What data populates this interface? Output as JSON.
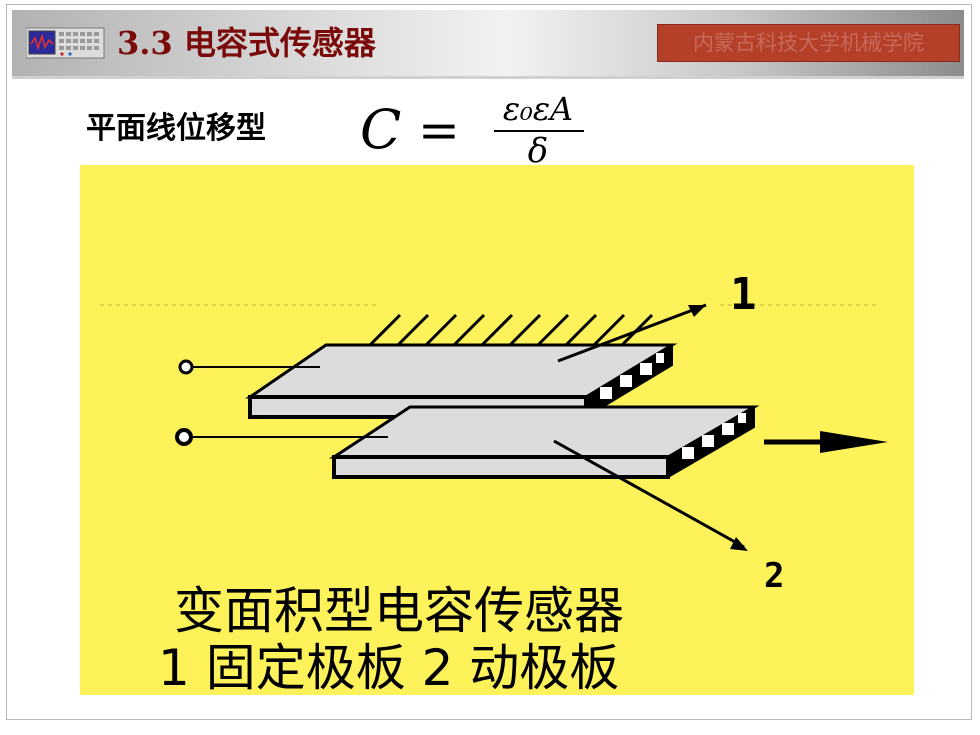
{
  "header": {
    "title": "3.3 电容式传感器",
    "institution": "内蒙古科技大学机械学院"
  },
  "slide": {
    "subtitle": "平面线位移型",
    "formula": {
      "lhs": "C",
      "equals": "=",
      "numerator": "ε₀εA",
      "denominator": "δ"
    }
  },
  "figure": {
    "label_fixed": "1",
    "label_moving": "2",
    "caption_title": "变面积型电容传感器",
    "caption_legend": "1 固定极板 2 动极板"
  },
  "colors": {
    "title_text": "#7a0a0a",
    "badge_bg": "#b5402a",
    "figure_bg": "#fdf25a",
    "plate_face": "#dcdcdc"
  },
  "icons": [
    "oscilloscope-icon"
  ]
}
